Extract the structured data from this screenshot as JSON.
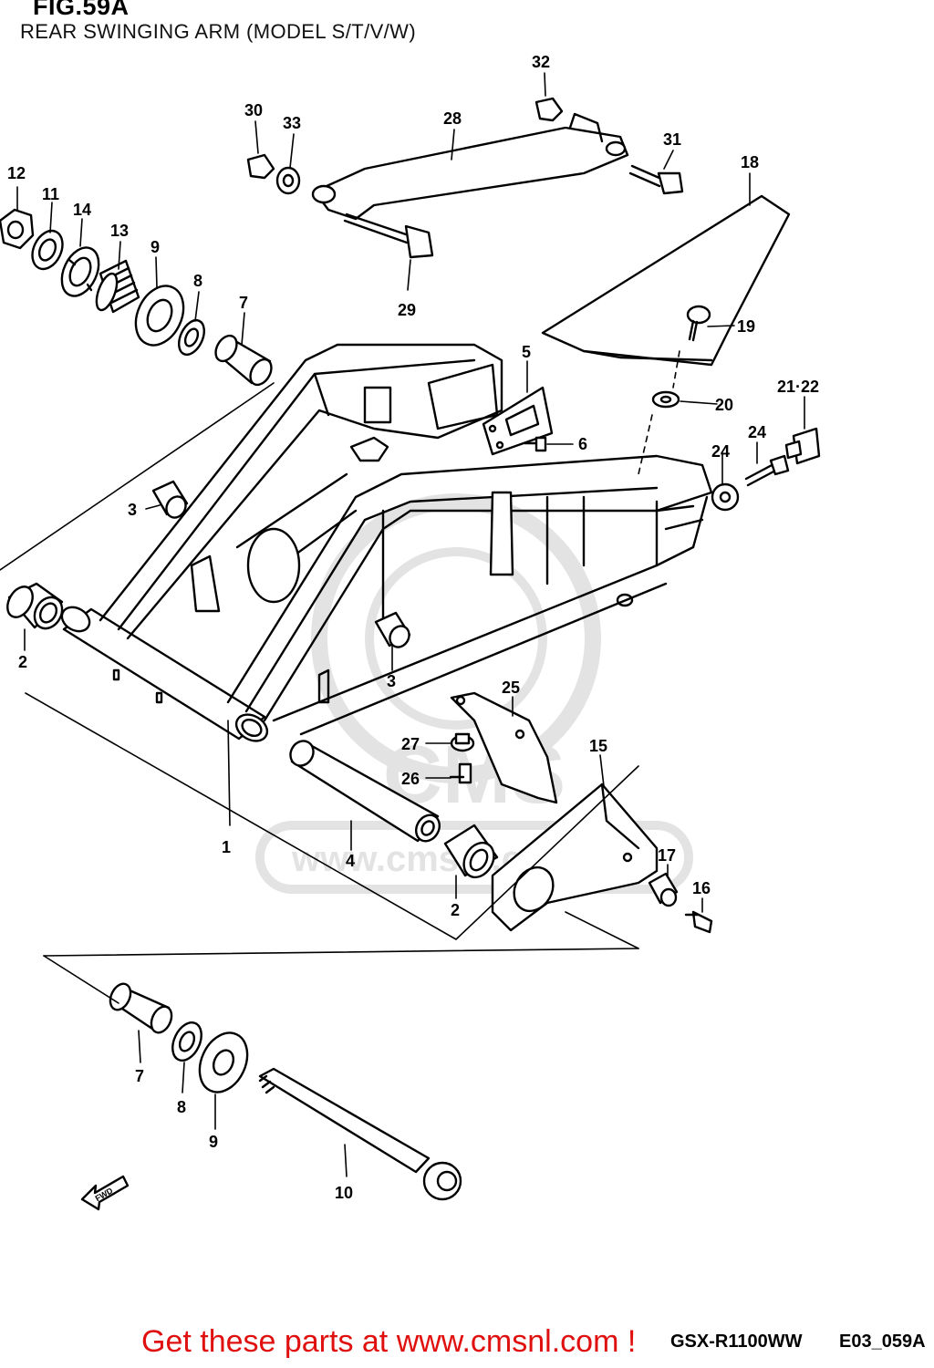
{
  "figure": {
    "title": "FIG.59A",
    "subtitle": "REAR SWINGING ARM (MODEL S/T/V/W)"
  },
  "callouts": [
    {
      "id": "c1",
      "label": "1"
    },
    {
      "id": "c2a",
      "label": "2"
    },
    {
      "id": "c2b",
      "label": "2"
    },
    {
      "id": "c3a",
      "label": "3"
    },
    {
      "id": "c3b",
      "label": "3"
    },
    {
      "id": "c4",
      "label": "4"
    },
    {
      "id": "c5",
      "label": "5"
    },
    {
      "id": "c6",
      "label": "6"
    },
    {
      "id": "c7a",
      "label": "7"
    },
    {
      "id": "c7b",
      "label": "7"
    },
    {
      "id": "c8a",
      "label": "8"
    },
    {
      "id": "c8b",
      "label": "8"
    },
    {
      "id": "c9a",
      "label": "9"
    },
    {
      "id": "c9b",
      "label": "9"
    },
    {
      "id": "c10",
      "label": "10"
    },
    {
      "id": "c11",
      "label": "11"
    },
    {
      "id": "c12",
      "label": "12"
    },
    {
      "id": "c13",
      "label": "13"
    },
    {
      "id": "c14",
      "label": "14"
    },
    {
      "id": "c15",
      "label": "15"
    },
    {
      "id": "c16",
      "label": "16"
    },
    {
      "id": "c17",
      "label": "17"
    },
    {
      "id": "c18",
      "label": "18"
    },
    {
      "id": "c19",
      "label": "19"
    },
    {
      "id": "c20",
      "label": "20"
    },
    {
      "id": "c2122",
      "label": "21·22"
    },
    {
      "id": "c24a",
      "label": "24"
    },
    {
      "id": "c24b",
      "label": "24"
    },
    {
      "id": "c25",
      "label": "25"
    },
    {
      "id": "c26",
      "label": "26"
    },
    {
      "id": "c27",
      "label": "27"
    },
    {
      "id": "c28",
      "label": "28"
    },
    {
      "id": "c29",
      "label": "29"
    },
    {
      "id": "c30",
      "label": "30"
    },
    {
      "id": "c31",
      "label": "31"
    },
    {
      "id": "c32",
      "label": "32"
    },
    {
      "id": "c33",
      "label": "33"
    }
  ],
  "direction_arrow": {
    "label": "FWD"
  },
  "watermark": {
    "text": "CMS",
    "url": "www.cmsnl.com"
  },
  "footer": {
    "promo": "Get these parts at www.cmsnl.com !",
    "model_code": "GSX-R1100WW",
    "ref_code": "E03_059A"
  },
  "colors": {
    "line": "#000000",
    "promo": "#e0100f",
    "watermark": "#e3e3e3"
  }
}
